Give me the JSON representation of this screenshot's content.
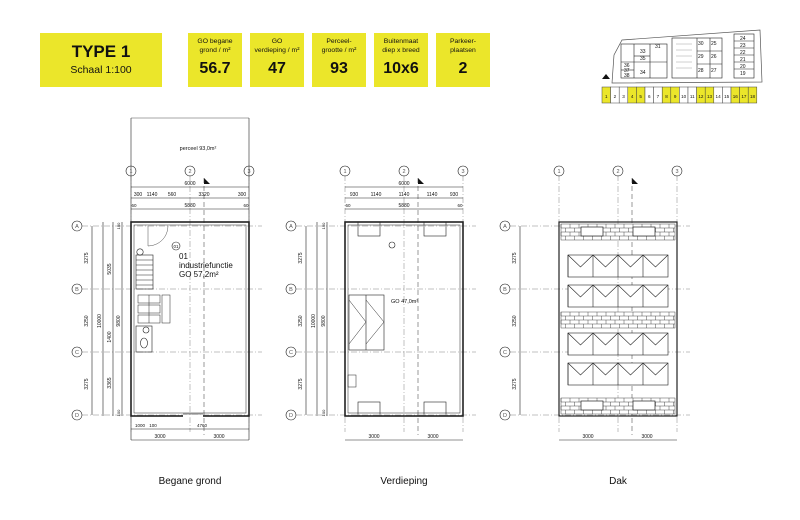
{
  "title": {
    "type": "TYPE 1",
    "scale": "Schaal 1:100"
  },
  "stats": [
    {
      "label_lines": [
        "GO begane",
        "grond / m²"
      ],
      "value": "56.7"
    },
    {
      "label_lines": [
        "GO",
        "verdieping / m²"
      ],
      "value": "47"
    },
    {
      "label_lines": [
        "Perceel-",
        "grootte / m²"
      ],
      "value": "93"
    },
    {
      "label_lines": [
        "Buitenmaat",
        "diep x breed"
      ],
      "value": "10x6"
    },
    {
      "label_lines": [
        "Parkeer-",
        "plaatsen"
      ],
      "value": "2"
    }
  ],
  "keyplan": {
    "lots_bottom": [
      "1",
      "2",
      "3",
      "4",
      "5",
      "6",
      "7",
      "8",
      "9",
      "10",
      "11",
      "12",
      "13",
      "14",
      "15",
      "16",
      "17",
      "18"
    ],
    "highlighted": [
      "1",
      "4",
      "5",
      "8",
      "9",
      "12",
      "13",
      "16",
      "17",
      "18"
    ],
    "lots_mid_left": [
      "31",
      "33",
      "35",
      "36",
      "37",
      "38",
      "34"
    ],
    "lots_mid_center": [
      "30",
      "29",
      "28",
      "25",
      "26",
      "27"
    ],
    "lots_right": [
      "24",
      "23",
      "22",
      "21",
      "20",
      "19"
    ]
  },
  "plans": {
    "begane_grond": {
      "caption": "Begane grond",
      "perceel_label": "perceel 93,0m²",
      "room_number": "01",
      "room_name": "industriefunctie",
      "room_area": "GO 57,2m²",
      "door_tag": "01"
    },
    "verdieping": {
      "caption": "Verdieping",
      "room_area": "GO 47,0m²"
    },
    "dak": {
      "caption": "Dak"
    }
  },
  "grid": {
    "columns": [
      "1",
      "2",
      "3"
    ],
    "rows": [
      "A",
      "B",
      "C",
      "D"
    ]
  },
  "dims": {
    "overall_width": "6000",
    "inner_width": "5880",
    "edge": "60",
    "top_chain_bg": [
      "300",
      "1140",
      "560",
      "3320",
      "300"
    ],
    "top_chain_v": [
      "930",
      "1140",
      "1140",
      "1140",
      "930"
    ],
    "bottom_chain": [
      "3000",
      "3000"
    ],
    "bottom_chain_bg_small": [
      "1000",
      "100"
    ],
    "bottom_chain_bg_mid": "4760",
    "row_spacings": [
      "3275",
      "3250",
      "3275"
    ],
    "vert_totals": [
      "10000",
      "9800"
    ],
    "vert_chain_left": [
      "5035",
      "1400",
      "3365"
    ],
    "vert_chain_small": [
      "100",
      "100"
    ]
  }
}
